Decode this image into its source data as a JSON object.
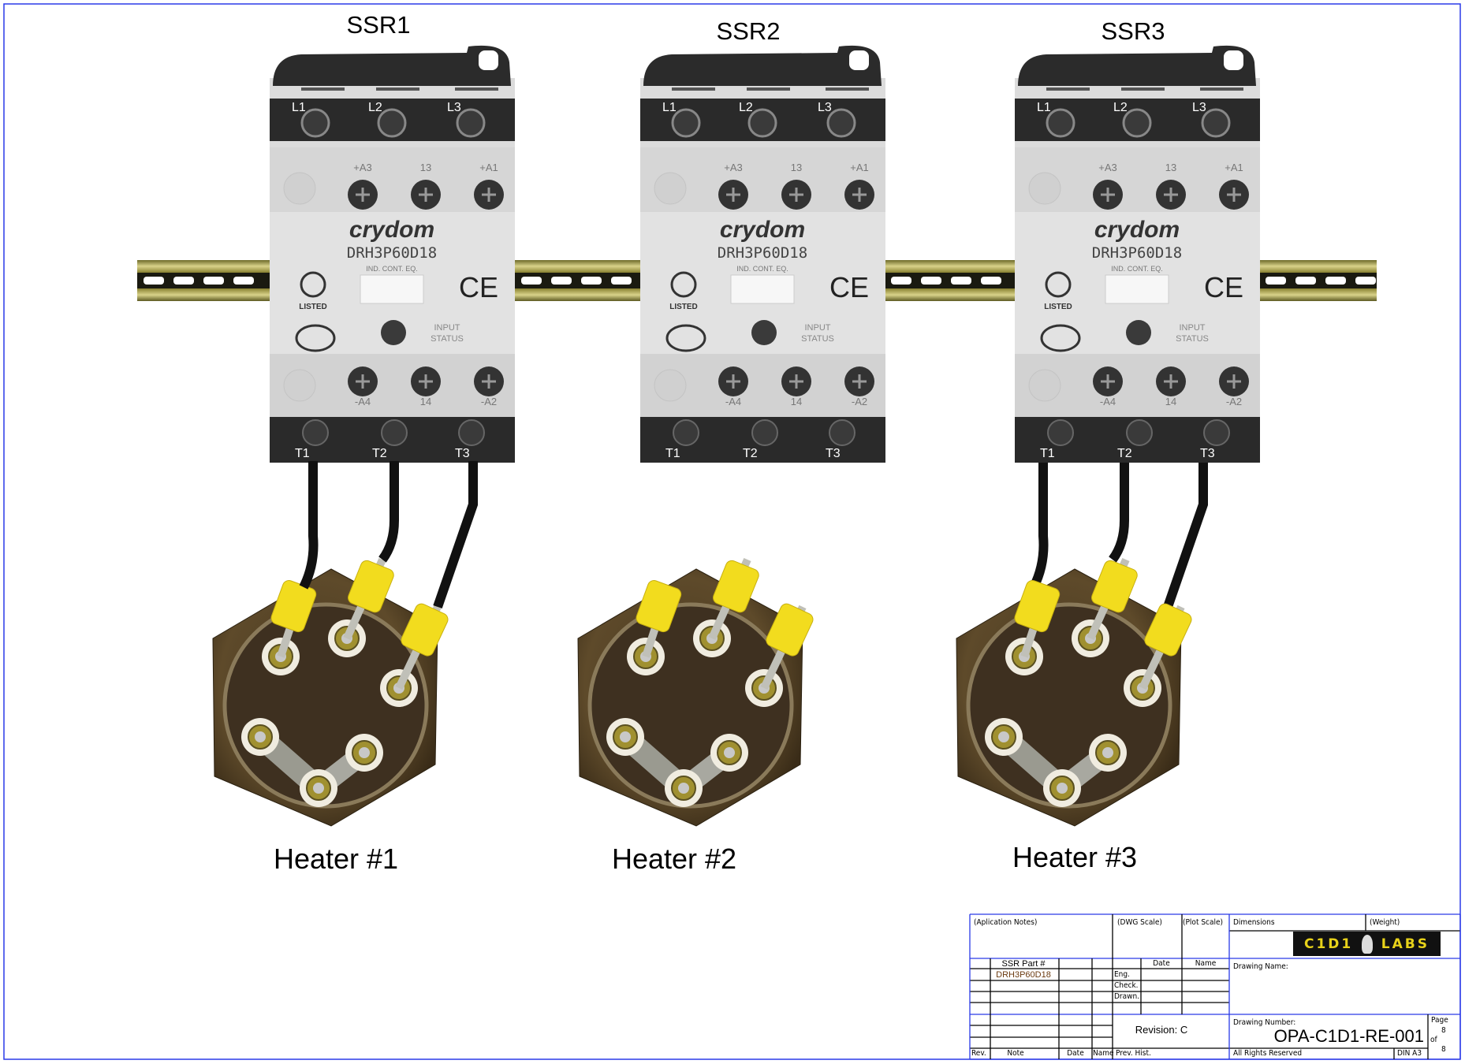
{
  "units": [
    {
      "ssr_label": "SSR1",
      "heater_label": "Heater #1"
    },
    {
      "ssr_label": "SSR2",
      "heater_label": "Heater #2"
    },
    {
      "ssr_label": "SSR3",
      "heater_label": "Heater #3"
    }
  ],
  "ssr_device": {
    "brand": "crydom",
    "model": "DRH3P60D18",
    "subtitle": "IND. CONT. EQ.",
    "listed": "LISTED",
    "input_status": [
      "INPUT",
      "STATUS"
    ],
    "line_terminals": [
      "L1",
      "L2",
      "L3"
    ],
    "control_top": [
      "+A3",
      "13",
      "+A1"
    ],
    "control_bottom": [
      "-A4",
      "14",
      "-A2"
    ],
    "load_terminals": [
      "T1",
      "T2",
      "T3"
    ],
    "ce_mark": "CE"
  },
  "title_block": {
    "application_notes": "(Aplication Notes)",
    "dwg_scale": "(DWG Scale)",
    "plot_scale": "(Plot Scale)",
    "dimensions": "Dimensions",
    "weight": "(Weight)",
    "logo_left": "C1D1",
    "logo_right": "LABS",
    "ssr_part_header": "SSR Part #",
    "ssr_part_value": "DRH3P60D18",
    "date_header": "Date",
    "name_header": "Name",
    "eng": "Eng.",
    "check": "Check.",
    "drawn": "Drawn.",
    "drawing_name_label": "Drawing Name:",
    "revision": "Revision: C",
    "drawing_number_label": "Drawing Number:",
    "drawing_number": "OPA-C1D1-RE-001",
    "page_label": "Page",
    "page_current": "8",
    "page_of": "of",
    "page_total": "8",
    "rev_col": "Rev.",
    "note_col": "Note",
    "date_col": "Date",
    "name_col": "Name",
    "prev_hist": "Prev. Hist.",
    "rights": "All Rights Reserved",
    "paper_size": "DIN A3"
  },
  "colors": {
    "frame": "#2233ee",
    "wire_sleeve": "#f2dc1e",
    "logo_text": "#e8d21a"
  }
}
